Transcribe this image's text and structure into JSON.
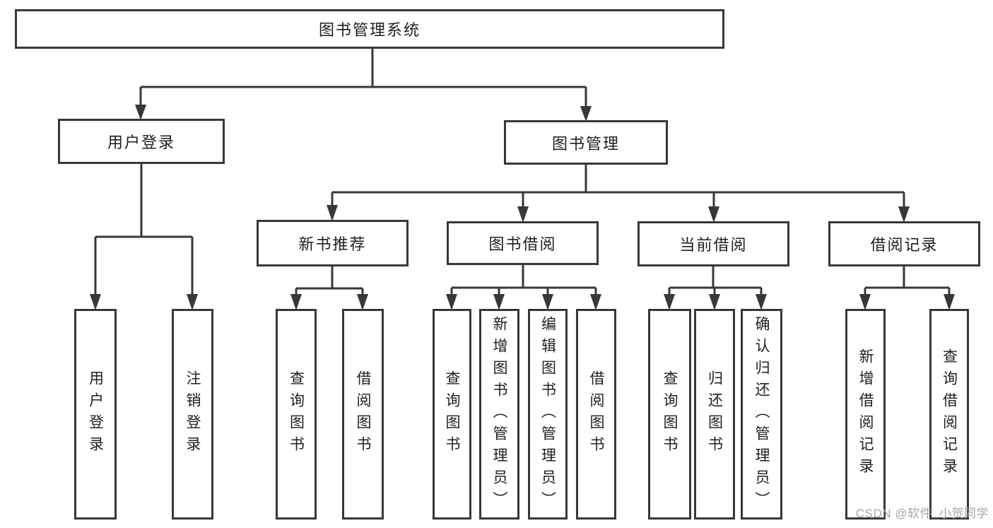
{
  "nodes": {
    "root": {
      "label": "图书管理系统"
    },
    "user_login_branch": {
      "label": "用户登录"
    },
    "book_mgmt_branch": {
      "label": "图书管理"
    },
    "new_book_rec": {
      "label": "新书推荐"
    },
    "book_borrow": {
      "label": "图书借阅"
    },
    "current_borrow": {
      "label": "当前借阅"
    },
    "borrow_records": {
      "label": "借阅记录"
    },
    "leaf_user_login": {
      "label": "用户登录"
    },
    "leaf_logout": {
      "label": "注销登录"
    },
    "leaf_newbook_query": {
      "label": "查询图书"
    },
    "leaf_newbook_borrow": {
      "label": "借阅图书"
    },
    "leaf_borrow_query": {
      "label": "查询图书"
    },
    "leaf_borrow_add": {
      "label": "新增图书（管理员）"
    },
    "leaf_borrow_edit": {
      "label": "编辑图书（管理员）"
    },
    "leaf_borrow_borrow": {
      "label": "借阅图书"
    },
    "leaf_current_query": {
      "label": "查询图书"
    },
    "leaf_current_return": {
      "label": "归还图书"
    },
    "leaf_current_confirm": {
      "label": "确认归还（管理员）"
    },
    "leaf_records_add": {
      "label": "新增借阅记录"
    },
    "leaf_records_query": {
      "label": "查询借阅记录"
    }
  },
  "watermark": {
    "text": "CSDN @软件_小贺同学"
  },
  "colors": {
    "line": "#383838",
    "box_border": "#383838",
    "text": "#1f1f1f",
    "watermark": "#a6a6a6",
    "background": "#ffffff"
  }
}
